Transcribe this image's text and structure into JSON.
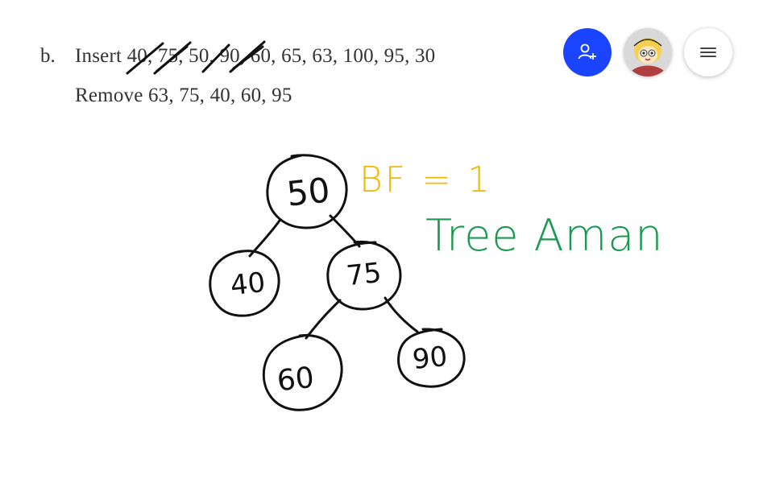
{
  "problem": {
    "label": "b.",
    "insert_line": "Insert 40, 75, 50, 90, 60, 65, 63, 100, 95, 30",
    "remove_line": "Remove 63, 75, 40, 60, 95"
  },
  "annotations": {
    "balance_factor": "BF = 1",
    "title": "Tree Aman"
  },
  "tree": {
    "root": "50",
    "left": "40",
    "right": "75",
    "right_left": "60",
    "right_right": "90"
  },
  "toolbar": {
    "invite_icon": "add-user-icon",
    "avatar_icon": "user-avatar",
    "menu_icon": "hamburger-menu-icon"
  },
  "colors": {
    "ink": "#111111",
    "balance_factor": "#f5b800",
    "title": "#1a9a50",
    "invite_button": "#1a44ff"
  }
}
